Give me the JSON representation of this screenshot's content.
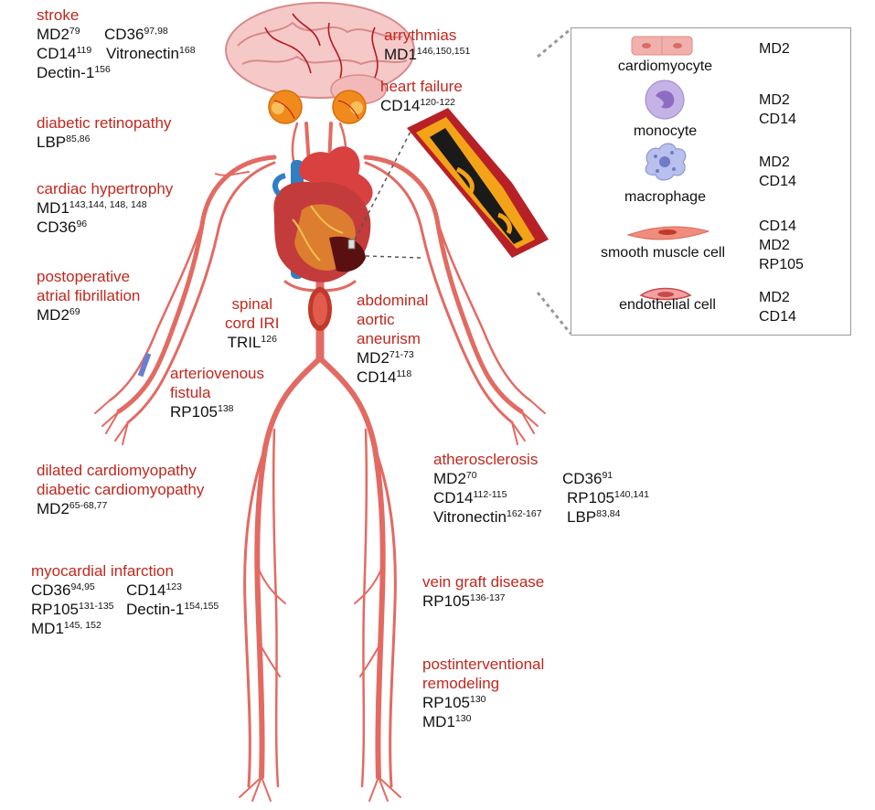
{
  "conditions": {
    "stroke": {
      "title": "stroke",
      "items": [
        {
          "name": "MD2",
          "refs": "79"
        },
        {
          "name": "CD36",
          "refs": "97,98"
        },
        {
          "name": "CD14",
          "refs": "119"
        },
        {
          "name": "Vitronectin",
          "refs": "168"
        },
        {
          "name": "Dectin-1",
          "refs": "156"
        }
      ]
    },
    "diabetic_retinopathy": {
      "title": "diabetic retinopathy",
      "items": [
        {
          "name": "LBP",
          "refs": "85,86"
        }
      ]
    },
    "cardiac_hypertrophy": {
      "title": "cardiac hypertrophy",
      "items": [
        {
          "name": "MD1",
          "refs": "143,144, 148, 148"
        },
        {
          "name": "CD36",
          "refs": "96"
        }
      ]
    },
    "postoperative_af": {
      "title_line1": "postoperative",
      "title_line2": "atrial fibrillation",
      "items": [
        {
          "name": "MD2",
          "refs": "69"
        }
      ]
    },
    "spinal_cord": {
      "title_line1": "spinal",
      "title_line2": "cord IRI",
      "items": [
        {
          "name": "TRIL",
          "refs": "126"
        }
      ]
    },
    "aaa": {
      "title_line1": "abdominal",
      "title_line2": "aortic",
      "title_line3": "aneurism",
      "items": [
        {
          "name": "MD2",
          "refs": "71-73"
        },
        {
          "name": "CD14",
          "refs": "118"
        }
      ]
    },
    "av_fistula": {
      "title_line1": "arteriovenous",
      "title_line2": "fistula",
      "items": [
        {
          "name": "RP105",
          "refs": "138"
        }
      ]
    },
    "arrhythmias": {
      "title": "arrythmias",
      "items": [
        {
          "name": "MD1",
          "refs": "146,150,151"
        }
      ]
    },
    "heart_failure": {
      "title": "heart failure",
      "items": [
        {
          "name": "CD14",
          "refs": "120-122"
        }
      ]
    },
    "cardiomyopathy": {
      "title_line1": "dilated cardiomyopathy",
      "title_line2": "diabetic cardiomyopathy",
      "items": [
        {
          "name": "MD2",
          "refs": "65-68,77"
        }
      ]
    },
    "mi": {
      "title": "myocardial infarction",
      "items": [
        {
          "name": "CD36",
          "refs": "94,95"
        },
        {
          "name": "CD14",
          "refs": "123"
        },
        {
          "name": "RP105",
          "refs": "131-135"
        },
        {
          "name": "Dectin-1",
          "refs": "154,155"
        },
        {
          "name": "MD1",
          "refs": "145, 152"
        }
      ]
    },
    "atherosclerosis": {
      "title": "atherosclerosis",
      "items": [
        {
          "name": "MD2",
          "refs": "70"
        },
        {
          "name": "CD36",
          "refs": "91"
        },
        {
          "name": "CD14",
          "refs": "112-115"
        },
        {
          "name": "RP105",
          "refs": "140,141"
        },
        {
          "name": "Vitronectin",
          "refs": "162-167"
        },
        {
          "name": "LBP",
          "refs": "83,84"
        }
      ]
    },
    "vein_graft": {
      "title": "vein graft disease",
      "items": [
        {
          "name": "RP105",
          "refs": "136-137"
        }
      ]
    },
    "post_interventional": {
      "title_line1": "postinterventional",
      "title_line2": "remodeling",
      "items": [
        {
          "name": "RP105",
          "refs": "130"
        },
        {
          "name": "MD1",
          "refs": "130"
        }
      ]
    }
  },
  "cell_legend": [
    {
      "cell": "cardiomyocyte",
      "markers": [
        "MD2"
      ]
    },
    {
      "cell": "monocyte",
      "markers": [
        "MD2",
        "CD14"
      ]
    },
    {
      "cell": "macrophage",
      "markers": [
        "MD2",
        "CD14"
      ]
    },
    {
      "cell": "smooth muscle cell",
      "markers": [
        "CD14",
        "MD2",
        "RP105"
      ]
    },
    {
      "cell": "endothelial cell",
      "markers": [
        "MD2",
        "CD14"
      ]
    }
  ],
  "colors": {
    "condition_text": "#c0281e",
    "vessel": "#e0605a",
    "vessel_light": "#f2a9a3",
    "vein_blue": "#2f7fc4",
    "brain": "#f4c6c6",
    "eye": "#f08a1c"
  }
}
